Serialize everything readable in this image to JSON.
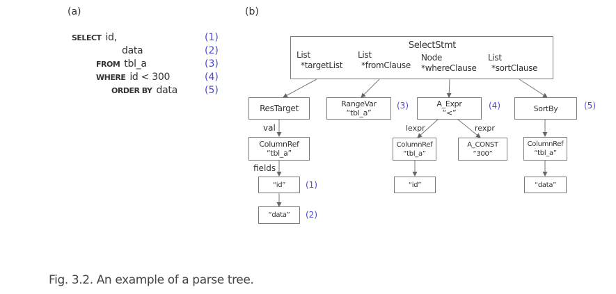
{
  "panels": {
    "a": "(a)",
    "b": "(b)"
  },
  "sql": {
    "lines": [
      {
        "keyword": "SELECT",
        "text": "id,",
        "num": "(1)"
      },
      {
        "keyword": "",
        "text": "data",
        "num": "(2)"
      },
      {
        "keyword": "FROM",
        "text": "tbl_a",
        "num": "(3)"
      },
      {
        "keyword": "WHERE",
        "text": "id < 300",
        "num": "(4)"
      },
      {
        "keyword": "ORDER BY",
        "text": "data",
        "num": "(5)"
      }
    ]
  },
  "tree": {
    "root": {
      "title": "SelectStmt",
      "fields": [
        {
          "type": "List",
          "name": "*targetList"
        },
        {
          "type": "List",
          "name": "*fromClause"
        },
        {
          "type": "Node",
          "name": "*whereClause"
        },
        {
          "type": "List",
          "name": "*sortClause"
        }
      ]
    },
    "restarget": {
      "label": "ResTarget",
      "edge": "val"
    },
    "colref_a": {
      "line1": "ColumnRef",
      "line2": "“tbl_a”",
      "edge": "fields"
    },
    "id_leaf": {
      "label": "“id”",
      "num": "(1)"
    },
    "data_leaf": {
      "label": "“data”",
      "num": "(2)"
    },
    "rangevar": {
      "line1": "RangeVar",
      "line2": "“tbl_a”",
      "num": "(3)"
    },
    "a_expr": {
      "line1": "A_Expr",
      "line2": "“<”",
      "num": "(4)",
      "lexpr": "lexpr",
      "rexpr": "rexpr"
    },
    "colref_b": {
      "line1": "ColumnRef",
      "line2": "“tbl_a”"
    },
    "a_const": {
      "line1": "A_CONST",
      "line2": "“300”"
    },
    "id_leaf_b": {
      "label": "“id”"
    },
    "sortby": {
      "label": "SortBy",
      "num": "(5)"
    },
    "colref_c": {
      "line1": "ColumnRef",
      "line2": "“tbl_a”"
    },
    "data_leaf_c": {
      "label": "“data”"
    }
  },
  "caption": "Fig. 3.2. An example of a parse tree."
}
